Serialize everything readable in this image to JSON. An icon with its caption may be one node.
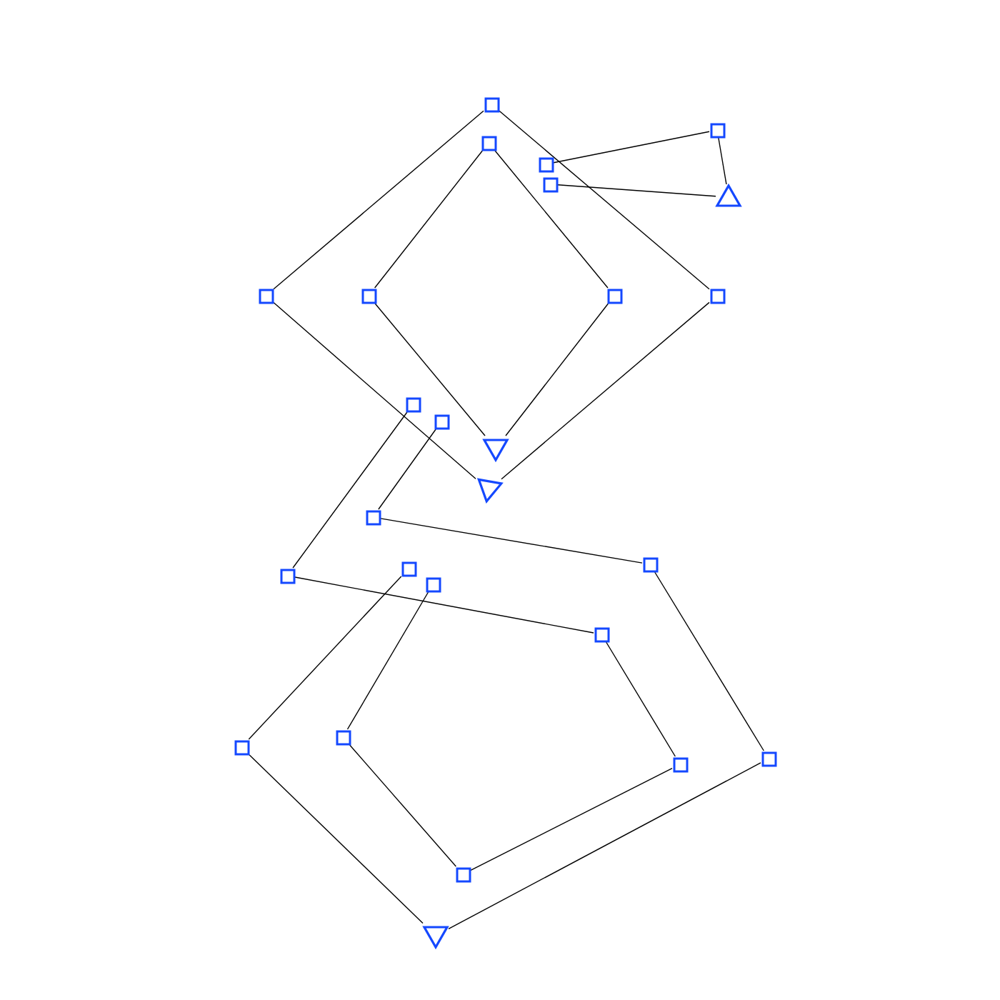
{
  "diagram": {
    "nodes": [
      {
        "text": [],
        "shape": "box"
      },
      {
        "text": [],
        "shape": "box"
      },
      {
        "text": [],
        "shape": "box"
      },
      {
        "text": [],
        "shape": "box"
      },
      {
        "text": [],
        "shape": "box"
      },
      {
        "text": [],
        "shape": "triangle"
      },
      {
        "text": [],
        "shape": "box"
      },
      {
        "text": [],
        "shape": "box"
      },
      {
        "text": [],
        "shape": "box"
      },
      {
        "text": [],
        "shape": "box"
      },
      {
        "text": [],
        "shape": "box"
      },
      {
        "text": [],
        "shape": "box"
      },
      {
        "text": [],
        "shape": "triangle"
      },
      {
        "text": [],
        "shape": "triangle"
      },
      {
        "text": [],
        "shape": "box"
      },
      {
        "text": [],
        "shape": "box"
      },
      {
        "text": [],
        "shape": "box"
      },
      {
        "text": [],
        "shape": "box"
      },
      {
        "text": [],
        "shape": "box"
      },
      {
        "text": [],
        "shape": "box"
      },
      {
        "text": [],
        "shape": "box"
      },
      {
        "text": [],
        "shape": "box"
      },
      {
        "text": [],
        "shape": "box"
      },
      {
        "text": [],
        "shape": "box"
      },
      {
        "text": [],
        "shape": "box"
      },
      {
        "text": [],
        "shape": "triangle"
      }
    ],
    "edges": [
      {
        "from": 3,
        "to": 1,
        "arrow": "none"
      },
      {
        "from": 1,
        "to": 5,
        "arrow": "none"
      },
      {
        "from": 5,
        "to": 4,
        "arrow": "none"
      },
      {
        "from": 0,
        "to": 6,
        "arrow": "none"
      },
      {
        "from": 6,
        "to": 13,
        "arrow": "none"
      },
      {
        "from": 0,
        "to": 9,
        "arrow": "none"
      },
      {
        "from": 9,
        "to": 13,
        "arrow": "none"
      },
      {
        "from": 2,
        "to": 7,
        "arrow": "none"
      },
      {
        "from": 7,
        "to": 12,
        "arrow": "none"
      },
      {
        "from": 2,
        "to": 8,
        "arrow": "none"
      },
      {
        "from": 8,
        "to": 12,
        "arrow": "none"
      },
      {
        "from": 10,
        "to": 17,
        "arrow": "none"
      },
      {
        "from": 17,
        "to": 19,
        "arrow": "none"
      },
      {
        "from": 19,
        "to": 23,
        "arrow": "none"
      },
      {
        "from": 23,
        "to": 24,
        "arrow": "none"
      },
      {
        "from": 24,
        "to": 20,
        "arrow": "none"
      },
      {
        "from": 20,
        "to": 18,
        "arrow": "none"
      },
      {
        "from": 11,
        "to": 14,
        "arrow": "none"
      },
      {
        "from": 14,
        "to": 15,
        "arrow": "none"
      },
      {
        "from": 15,
        "to": 22,
        "arrow": "none"
      },
      {
        "from": 22,
        "to": 25,
        "arrow": "none"
      },
      {
        "from": 25,
        "to": 21,
        "arrow": "none"
      },
      {
        "from": 21,
        "to": 16,
        "arrow": "none"
      }
    ]
  }
}
